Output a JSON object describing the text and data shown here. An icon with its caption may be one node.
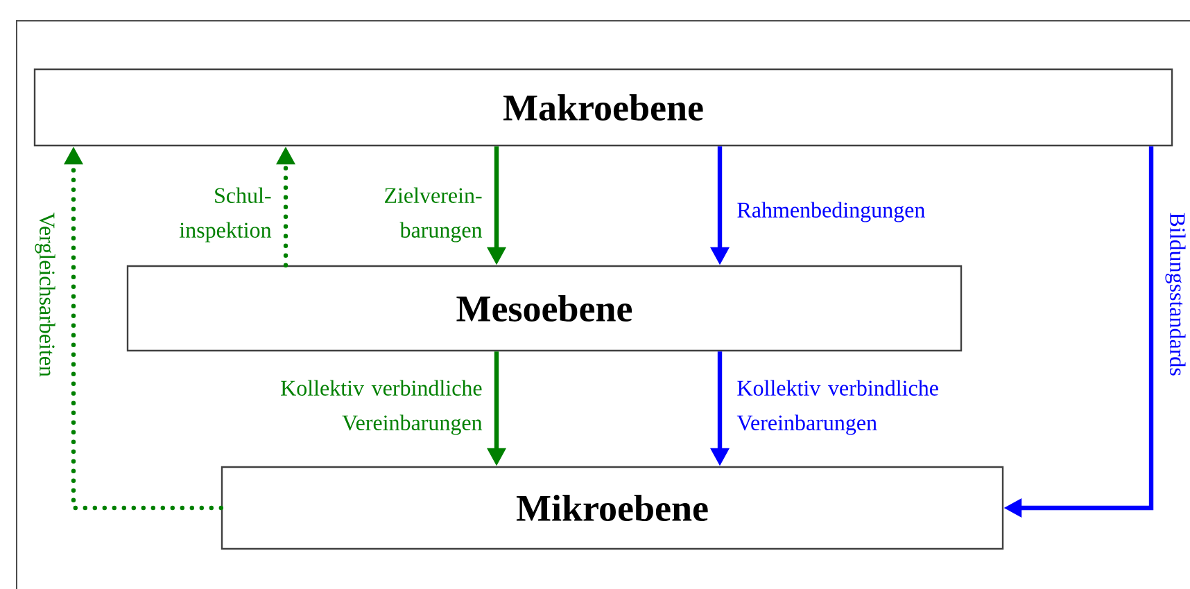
{
  "diagram": {
    "nodes": [
      {
        "text": [
          "Makroebene"
        ]
      },
      {
        "text": [
          "Mesoebene"
        ]
      },
      {
        "text": [
          "Mikroebene"
        ]
      }
    ],
    "edges": [
      {
        "from": 2,
        "to": 0,
        "arrow": "to",
        "label": "Vergleichsarbeiten",
        "style": "dashed",
        "color": "#008000"
      },
      {
        "from": 1,
        "to": 0,
        "arrow": "to",
        "label": "Schul- inspektion",
        "style": "dashed",
        "color": "#008000"
      },
      {
        "from": 0,
        "to": 1,
        "arrow": "to",
        "label": "Zielverein- barungen",
        "color": "#008000"
      },
      {
        "from": 0,
        "to": 1,
        "arrow": "to",
        "label": "Rahmenbedingungen",
        "color": "#0000ff"
      },
      {
        "from": 1,
        "to": 2,
        "arrow": "to",
        "label": "Kollektiv verbindliche Vereinbarungen",
        "color": "#008000"
      },
      {
        "from": 1,
        "to": 2,
        "arrow": "to",
        "label": "Kollektiv verbindliche Vereinbarungen",
        "color": "#0000ff"
      },
      {
        "from": 0,
        "to": 2,
        "arrow": "to",
        "label": "Bildungsstandards",
        "color": "#0000ff"
      }
    ]
  }
}
